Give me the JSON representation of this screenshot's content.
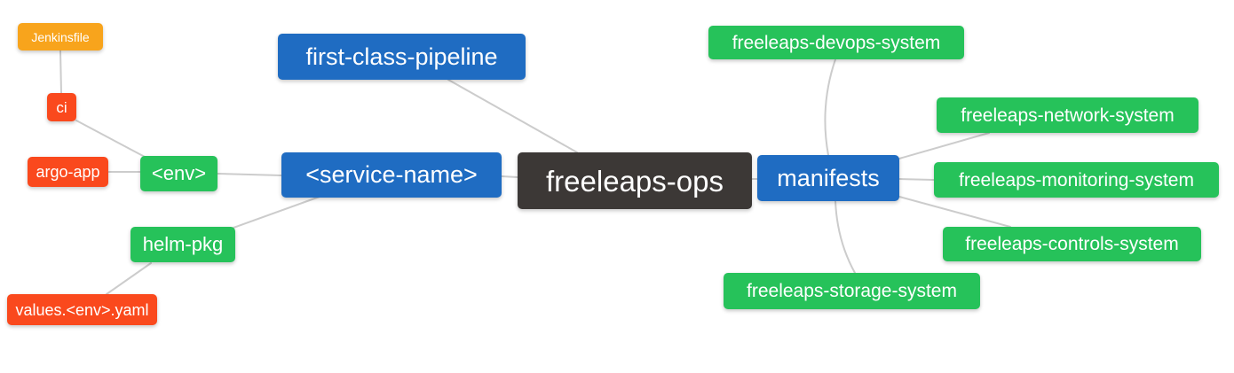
{
  "mindmap": {
    "title": "freeleaps-ops mindmap",
    "colors": {
      "level1": "#3C3836",
      "level2": "#1F6CC2",
      "level3": "#26C25A",
      "level4": "#FA491D",
      "level5": "#F8A41C",
      "edge": "#CCCCCC",
      "text": "#FFFFFF",
      "background": "#FFFFFF"
    },
    "nodes": [
      {
        "id": "freeleaps-ops",
        "label": "freeleaps-ops",
        "level": 1
      },
      {
        "id": "first-class-pipeline",
        "label": "first-class-pipeline",
        "level": 2
      },
      {
        "id": "service-name",
        "label": "<service-name>",
        "level": 2
      },
      {
        "id": "manifests",
        "label": "manifests",
        "level": 2
      },
      {
        "id": "env",
        "label": "<env>",
        "level": 3
      },
      {
        "id": "helm-pkg",
        "label": "helm-pkg",
        "level": 3
      },
      {
        "id": "freeleaps-devops-system",
        "label": "freeleaps-devops-system",
        "level": 3
      },
      {
        "id": "freeleaps-network-system",
        "label": "freeleaps-network-system",
        "level": 3
      },
      {
        "id": "freeleaps-monitoring-system",
        "label": "freeleaps-monitoring-system",
        "level": 3
      },
      {
        "id": "freeleaps-controls-system",
        "label": "freeleaps-controls-system",
        "level": 3
      },
      {
        "id": "freeleaps-storage-system",
        "label": "freeleaps-storage-system",
        "level": 3
      },
      {
        "id": "ci",
        "label": "ci",
        "level": 4
      },
      {
        "id": "argo-app",
        "label": "argo-app",
        "level": 4
      },
      {
        "id": "values-env-yaml",
        "label": "values.<env>.yaml",
        "level": 4
      },
      {
        "id": "jenkinsfile",
        "label": "Jenkinsfile",
        "level": 5
      }
    ],
    "edges": [
      [
        "jenkinsfile",
        "ci"
      ],
      [
        "ci",
        "env"
      ],
      [
        "argo-app",
        "env"
      ],
      [
        "env",
        "service-name"
      ],
      [
        "helm-pkg",
        "service-name"
      ],
      [
        "values-env-yaml",
        "helm-pkg"
      ],
      [
        "service-name",
        "freeleaps-ops"
      ],
      [
        "first-class-pipeline",
        "freeleaps-ops"
      ],
      [
        "freeleaps-ops",
        "manifests"
      ],
      [
        "manifests",
        "freeleaps-devops-system"
      ],
      [
        "manifests",
        "freeleaps-network-system"
      ],
      [
        "manifests",
        "freeleaps-monitoring-system"
      ],
      [
        "manifests",
        "freeleaps-controls-system"
      ],
      [
        "manifests",
        "freeleaps-storage-system"
      ]
    ]
  }
}
